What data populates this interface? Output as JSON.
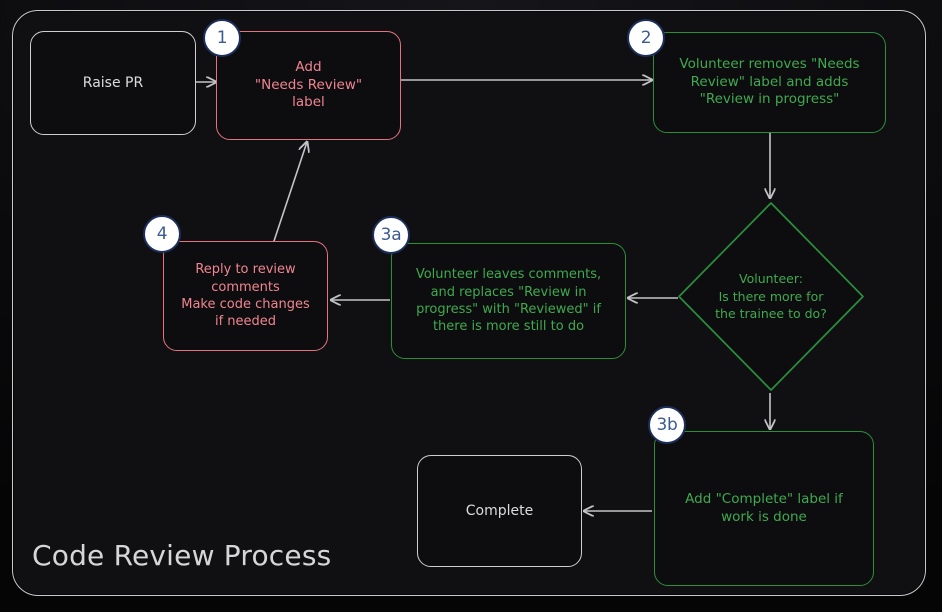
{
  "diagram": {
    "title": "Code Review Process",
    "colors": {
      "background": "#101013",
      "frame_border": "#c9c9cc",
      "neutral": "#cfcfd2",
      "red": "#e5737f",
      "green": "#2a8f3c",
      "green_text": "#3fa94f",
      "edge": "#c4c4c8",
      "badge_fill": "#ffffff",
      "badge_border": "#1b2e5c",
      "badge_text": "#3c5b91",
      "title_text": "#d6d6d8"
    },
    "nodes": [
      {
        "id": "raise-pr",
        "label": "Raise PR",
        "shape": "rounded-rect",
        "style": "neutral",
        "badge": null
      },
      {
        "id": "add-needs-review",
        "label": "Add\n\"Needs Review\"\nlabel",
        "shape": "rounded-rect",
        "style": "red",
        "badge": "1"
      },
      {
        "id": "volunteer-relabel",
        "label": "Volunteer removes \"Needs\nReview\" label and adds\n\"Review in progress\"",
        "shape": "rounded-rect",
        "style": "green",
        "badge": "2"
      },
      {
        "id": "decision-more-work",
        "label": "Volunteer:\nIs there more for\nthe trainee to do?",
        "shape": "diamond",
        "style": "green",
        "badge": null
      },
      {
        "id": "volunteer-comments",
        "label": "Volunteer leaves comments,\nand replaces \"Review in\nprogress\" with \"Reviewed\" if\nthere is more still to do",
        "shape": "rounded-rect",
        "style": "green",
        "badge": "3a"
      },
      {
        "id": "reply-to-review",
        "label": "Reply to review\ncomments\nMake code changes\nif needed",
        "shape": "rounded-rect",
        "style": "red",
        "badge": "4"
      },
      {
        "id": "add-complete-label",
        "label": "Add \"Complete\" label if\nwork is done",
        "shape": "rounded-rect",
        "style": "green",
        "badge": "3b"
      },
      {
        "id": "complete",
        "label": "Complete",
        "shape": "rounded-rect",
        "style": "neutral",
        "badge": null
      }
    ],
    "edges": [
      {
        "from": "raise-pr",
        "to": "add-needs-review",
        "direction": "right"
      },
      {
        "from": "add-needs-review",
        "to": "volunteer-relabel",
        "direction": "right"
      },
      {
        "from": "volunteer-relabel",
        "to": "decision-more-work",
        "direction": "down"
      },
      {
        "from": "decision-more-work",
        "to": "volunteer-comments",
        "direction": "left"
      },
      {
        "from": "volunteer-comments",
        "to": "reply-to-review",
        "direction": "left"
      },
      {
        "from": "reply-to-review",
        "to": "add-needs-review",
        "direction": "up-right-diagonal"
      },
      {
        "from": "decision-more-work",
        "to": "add-complete-label",
        "direction": "down"
      },
      {
        "from": "add-complete-label",
        "to": "complete",
        "direction": "left"
      }
    ]
  }
}
